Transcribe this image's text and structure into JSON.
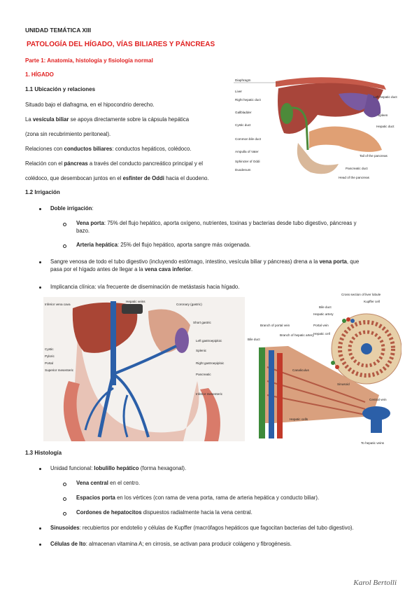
{
  "header": {
    "unit": "UNIDAD TEMÁTICA XIII",
    "title": "PATOLOGÍA DEL HÍGADO, VÍAS BILIARES Y PÁNCREAS",
    "part": "Parte 1: Anatomía, histología y fisiología normal"
  },
  "section1": {
    "title": "1. HÍGADO",
    "sub1": "1.1 Ubicación y relaciones",
    "p1": "Situado bajo el diafragma, en el hipocondrio derecho.",
    "p2_pre": "La ",
    "p2_b": "vesícula biliar",
    "p2_post": " se apoya directamente sobre la cápsula hepática",
    "p3": "(zona sin recubrimiento peritoneal).",
    "p4_pre": "Relaciones con ",
    "p4_b": "conductos biliares",
    "p4_post": ": conductos hepáticos, colédoco.",
    "p5_pre": "Relación con el ",
    "p5_b": "páncreas",
    "p5_post": " a través del conducto pancreático principal y el",
    "p6_pre": "colédoco, que desembocan juntos en el ",
    "p6_b": "esfínter de Oddi",
    "p6_post": " hacia el duodeno."
  },
  "figure1": {
    "labels_left": [
      "Diaphragm",
      "Liver",
      "Right hepatic duct",
      "Gallbladder",
      "Cystic duct",
      "Common bile duct",
      "Ampulla of Vater",
      "Sphincter of Oddi",
      "Duodenum"
    ],
    "labels_right": [
      "Left hepatic duct",
      "Spleen",
      "Hepatic duct",
      "Tail of the pancreas",
      "Pancreatic duct",
      "Head of the pancreas"
    ]
  },
  "section12": {
    "sub": "1.2 Irrigación",
    "b1_b": "Doble irrigación",
    "b1_post": ":",
    "b1a_b": "Vena porta",
    "b1a_post": ": 75% del flujo hepático, aporta oxígeno, nutrientes, toxinas y bacterias desde tubo digestivo, páncreas y",
    "b1a_cont": "bazo.",
    "b1b_b": "Arteria hepática",
    "b1b_post": ": 25% del flujo hepático, aporta sangre más oxigenada.",
    "b2_pre": "Sangre venosa de todo el tubo digestivo (incluyendo estómago, intestino, vesícula biliar y páncreas) drena a la ",
    "b2_b": "vena porta",
    "b2_post": ", que",
    "b2_cont_pre": "pasa por el hígado antes de llegar a la ",
    "b2_cont_b": "vena cava inferior",
    "b2_cont_post": ".",
    "b3": "Implicancia clínica: vía frecuente de diseminación de metástasis hacia hígado."
  },
  "figure2": {
    "labels": [
      "Inferior vena cava",
      "Hepatic veins",
      "Coronary (gastric)",
      "Short gastric",
      "Left gastroepiploic",
      "Splenic",
      "Right gastroepiploic",
      "Pancreatic",
      "Inferior mesenteric",
      "Cystic",
      "Pyloric",
      "Portal",
      "Superior mesenteric"
    ]
  },
  "figure3": {
    "title": "Cross section of liver lobule",
    "labels": [
      "Bile duct",
      "Hepatic artery",
      "Portal vein",
      "Hepatic cell",
      "Kupffer cell",
      "Branch of portal vein",
      "Branch of hepatic artery",
      "Bile duct",
      "Canaliculus",
      "Sinusoid",
      "Central vein",
      "Hepatic cells",
      "To hepatic veins"
    ]
  },
  "section13": {
    "sub": "1.3 Histología",
    "b1_pre": "Unidad funcional: ",
    "b1_b": "lobulillo hepático",
    "b1_post": " (forma hexagonal).",
    "b1a_b": "Vena central",
    "b1a_post": " en el centro.",
    "b1b_b": "Espacios porta",
    "b1b_post": " en los vértices (con rama de vena porta, rama de arteria hepática y conducto biliar).",
    "b1c_b": "Cordones de hepatocitos",
    "b1c_post": " dispuestos radialmente hacia la vena central.",
    "b2_b": "Sinusoides",
    "b2_post": ": recubiertos por endotelio y células de Kupffer (macrófagos hepáticos que fagocitan bacterias del tubo digestivo).",
    "b3_b": "Células de Ito",
    "b3_post": ": almacenan vitamina A; en cirrosis, se activan para producir colágeno y fibrogénesis."
  },
  "signature": "Karol Bertolli"
}
